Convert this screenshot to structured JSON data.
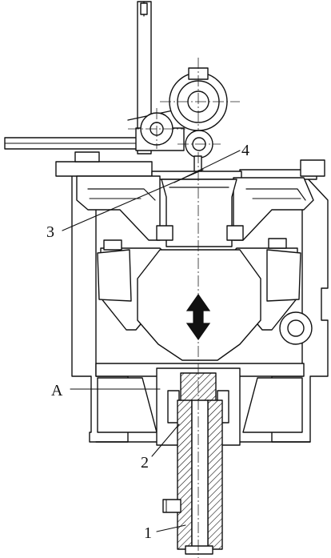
{
  "labels": {
    "part_1": "1",
    "part_2": "2",
    "part_3": "3",
    "part_4": "4",
    "part_A": "A"
  },
  "colors": {
    "ink": "#111111",
    "background": "#ffffff"
  }
}
